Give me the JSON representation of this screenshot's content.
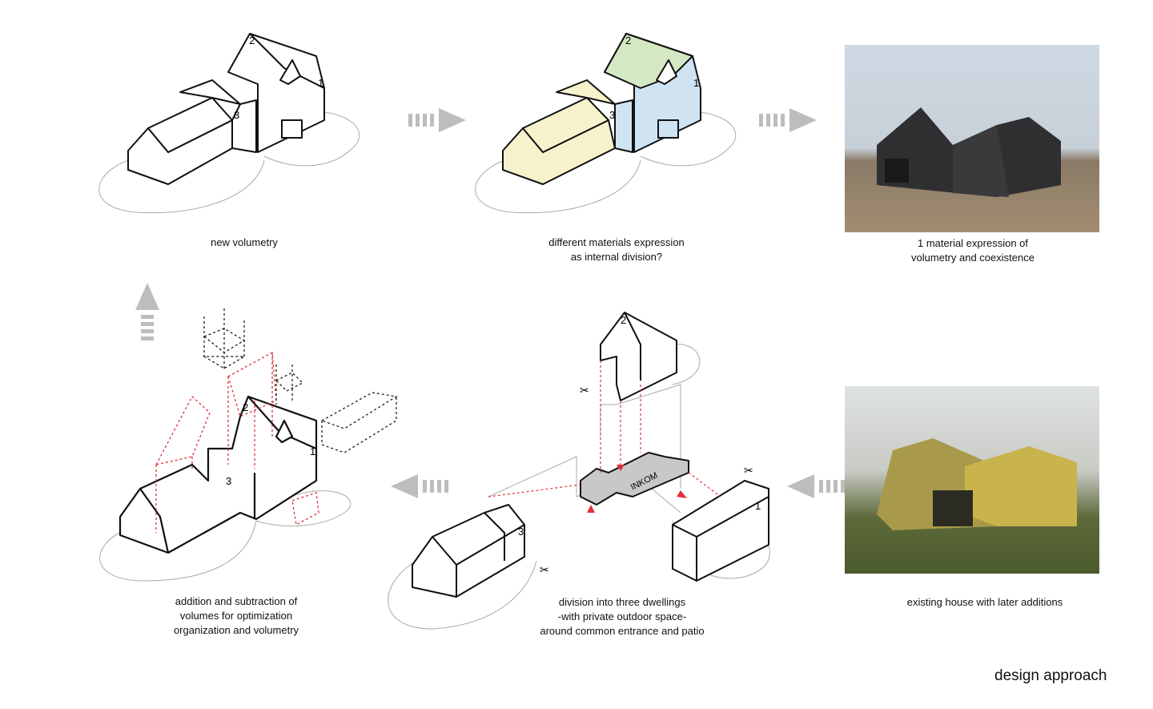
{
  "steps": [
    {
      "caption": [
        "new volumetry"
      ]
    },
    {
      "caption": [
        "different materials expression",
        "as internal division?"
      ]
    },
    {
      "caption": [
        "1 material expression of",
        "volumetry and coexistence"
      ]
    },
    {
      "caption": [
        "addition and subtraction of",
        "volumes for optimization",
        "organization and volumetry"
      ]
    },
    {
      "caption": [
        "division into three dwellings",
        "-with private outdoor space-",
        "around common entrance and patio"
      ]
    },
    {
      "caption": [
        "existing house with later additions"
      ]
    }
  ],
  "volume_labels": {
    "one": "1",
    "two": "2",
    "three": "3"
  },
  "entrance_label": "INKOM",
  "page_title": "design approach",
  "colors": {
    "volume1": "#cfe3f3",
    "volume2": "#d5e8c4",
    "volume3": "#f6f3cc",
    "red": "#e0303a",
    "arrow": "#bdbdbd"
  }
}
